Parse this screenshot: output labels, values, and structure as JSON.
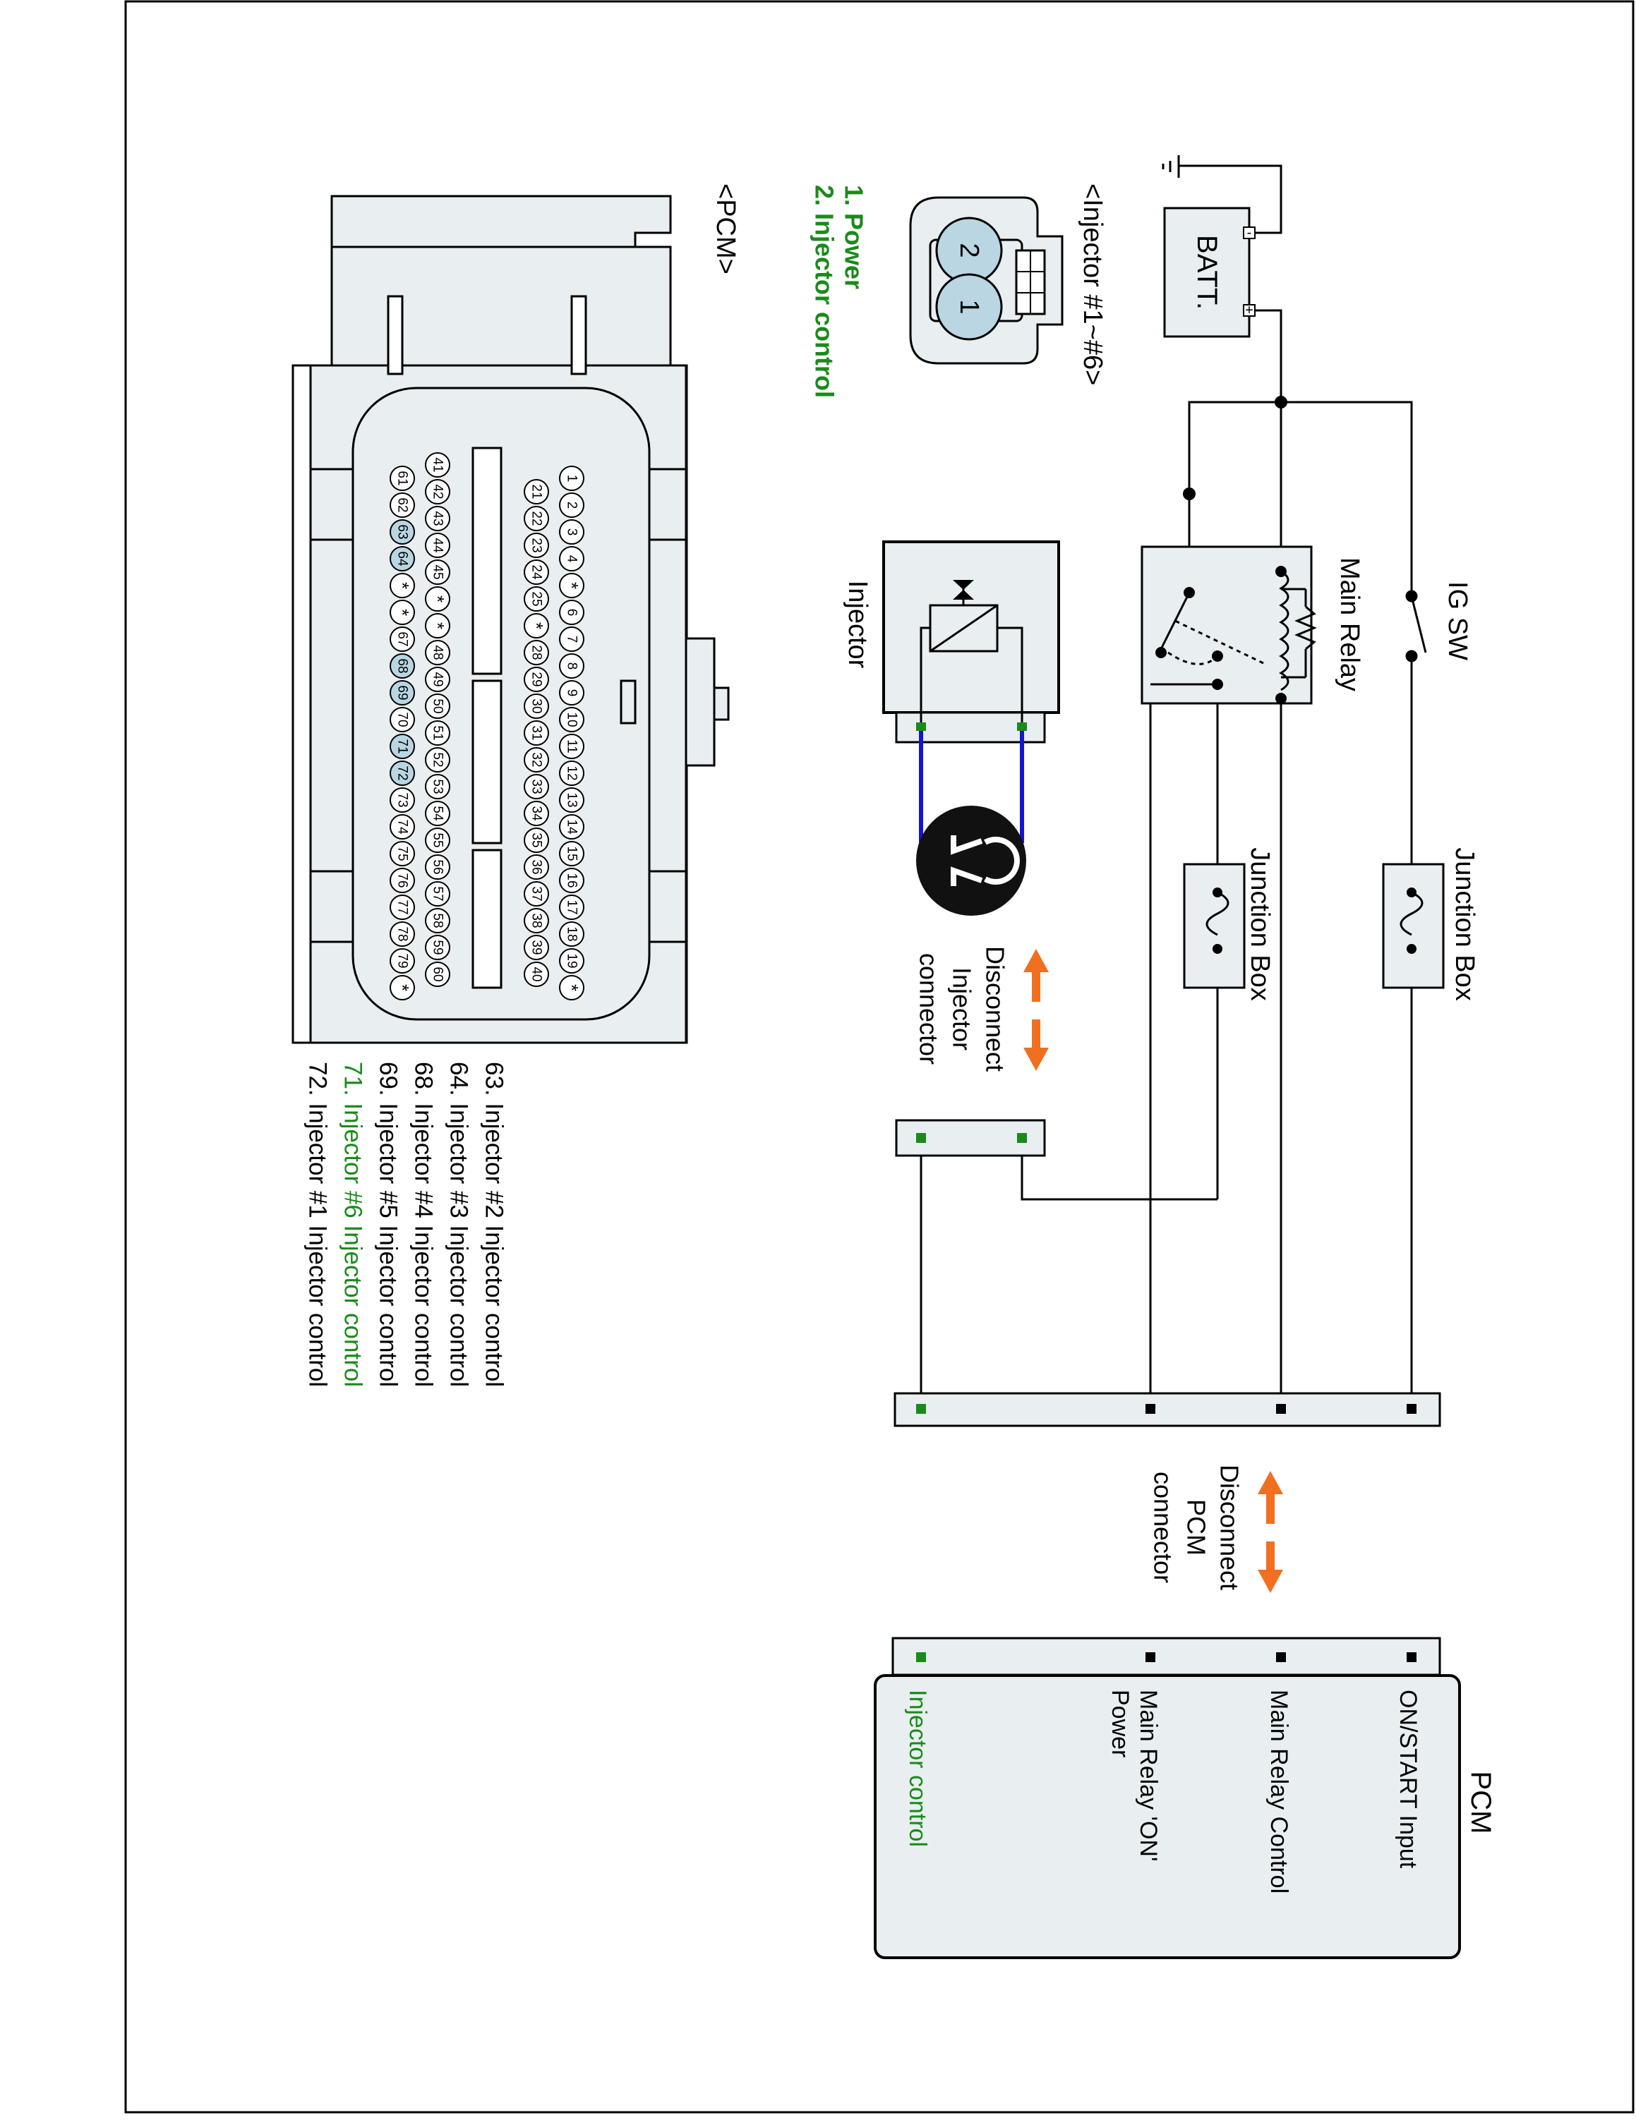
{
  "labels": {
    "ig_sw": "IG SW",
    "main_relay": "Main Relay",
    "junction_box_top": "Junction Box",
    "junction_box_bottom": "Junction Box",
    "injector": "Injector",
    "batt": "BATT.",
    "batt_minus": "-",
    "batt_plus": "+",
    "disconnect_injector": [
      "Disconnect",
      "Injector",
      "connector"
    ],
    "disconnect_pcm": [
      "Disconnect",
      "PCM",
      "connector"
    ],
    "pcm": "PCM",
    "injector_connector_title": "<Injector #1~#6>",
    "pcm_connector_title": "<PCM>"
  },
  "pcm_pins": [
    {
      "text": "ON/START Input",
      "color": "#000000"
    },
    {
      "text": "Main Relay Control",
      "color": "#000000"
    },
    {
      "text": "Main Relay 'ON'",
      "text2": "Power",
      "color": "#000000"
    },
    {
      "text": "Injector control",
      "color": "#1a8a1a"
    }
  ],
  "injector_pins": [
    {
      "text": "1. Power",
      "color": "#1a8a1a"
    },
    {
      "text": "2. Injector control",
      "color": "#1a8a1a"
    }
  ],
  "injector_pin_numbers": [
    "1",
    "2"
  ],
  "pcm_pin_list": [
    {
      "text": "63. Injector #2 Injector control",
      "color": "#000000"
    },
    {
      "text": "64. Injector #3 Injector control",
      "color": "#000000"
    },
    {
      "text": "68. Injector #4 Injector control",
      "color": "#000000"
    },
    {
      "text": "69. Injector #5 Injector control",
      "color": "#000000"
    },
    {
      "text": "71. Injector #6 Injector control",
      "color": "#1a8a1a"
    },
    {
      "text": "72. Injector #1 Injector control",
      "color": "#000000"
    }
  ],
  "pcm_connector_rows": [
    [
      "*",
      "19",
      "18",
      "17",
      "16",
      "15",
      "14",
      "13",
      "12",
      "11",
      "10",
      "9",
      "8",
      "7",
      "6",
      "*",
      "4",
      "3",
      "2",
      "1"
    ],
    [
      "40",
      "39",
      "38",
      "37",
      "36",
      "35",
      "34",
      "33",
      "32",
      "31",
      "30",
      "29",
      "28",
      "*",
      "25",
      "24",
      "23",
      "22",
      "21"
    ],
    [
      "60",
      "59",
      "58",
      "57",
      "56",
      "55",
      "54",
      "53",
      "52",
      "51",
      "50",
      "49",
      "48",
      "*",
      "*",
      "45",
      "44",
      "43",
      "42",
      "41"
    ],
    [
      "*",
      "79",
      "78",
      "77",
      "76",
      "75",
      "74",
      "73",
      "72",
      "71",
      "70",
      "69",
      "68",
      "67",
      "*",
      "*",
      "64",
      "63",
      "62",
      "61"
    ]
  ],
  "highlighted_pins": [
    "63",
    "64",
    "68",
    "69",
    "71",
    "72"
  ],
  "colors": {
    "green": "#1a8a1a",
    "orange": "#f07020",
    "wire_blue": "#1414d2",
    "box_fill": "#e9eef0",
    "pin_highlight": "#b9d6e2"
  }
}
